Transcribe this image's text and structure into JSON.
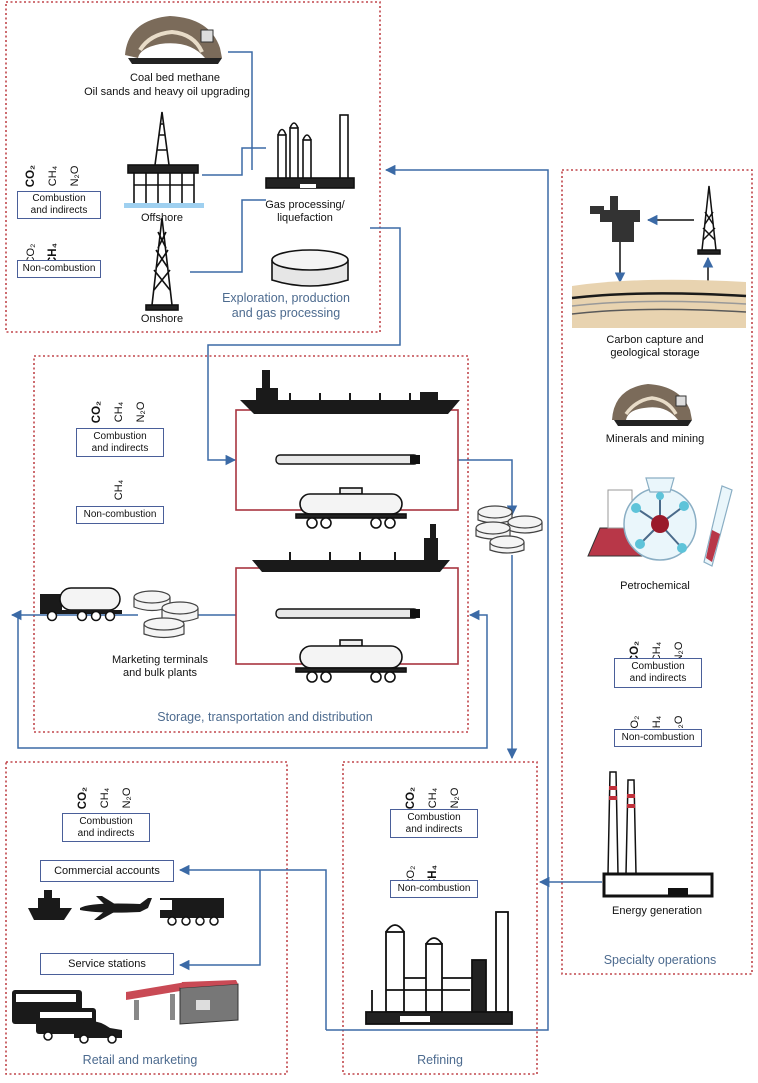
{
  "sections": {
    "exploration": "Exploration, production\nand gas processing",
    "storage": "Storage, transportation and distribution",
    "retail": "Retail and marketing",
    "refining": "Refining",
    "specialty": "Specialty operations"
  },
  "labels": {
    "coal_bed": "Coal bed methane",
    "oil_sands": "Oil sands and heavy oil upgrading",
    "offshore": "Offshore",
    "onshore": "Onshore",
    "gas_processing": "Gas processing/\nliquefaction",
    "marketing_terminals": "Marketing terminals\nand bulk plants",
    "commercial_accounts": "Commercial accounts",
    "service_stations": "Service stations",
    "carbon_capture": "Carbon capture and\ngeological storage",
    "minerals": "Minerals and mining",
    "petrochemical": "Petrochemical",
    "energy_generation": "Energy generation"
  },
  "emission_labels": {
    "combustion": "Combustion\nand indirects",
    "non_combustion": "Non-combustion"
  },
  "gases": {
    "co2": "CO₂",
    "ch4": "CH₄",
    "n2o": "N₂O"
  },
  "icons": [
    "coal-mine-icon",
    "offshore-rig-icon",
    "onshore-derrick-icon",
    "gas-plant-icon",
    "storage-tank-icon",
    "tanker-ship-icon",
    "pipeline-icon",
    "rail-tank-car-icon",
    "barge-icon",
    "tank-truck-icon",
    "storage-tanks-icon",
    "ship-icon",
    "airplane-icon",
    "locomotive-icon",
    "bus-icon",
    "service-station-icon",
    "refinery-icon",
    "injection-wellhead-icon",
    "derrick-icon",
    "geological-layers-icon",
    "petrochemical-flask-icon",
    "power-plant-icon"
  ],
  "colors": {
    "section_border": "#c0454a",
    "flow_line": "#3b6aa6",
    "loop_line": "#a83540",
    "label_box": "#4a5f99",
    "section_title": "#4d6b8f"
  }
}
